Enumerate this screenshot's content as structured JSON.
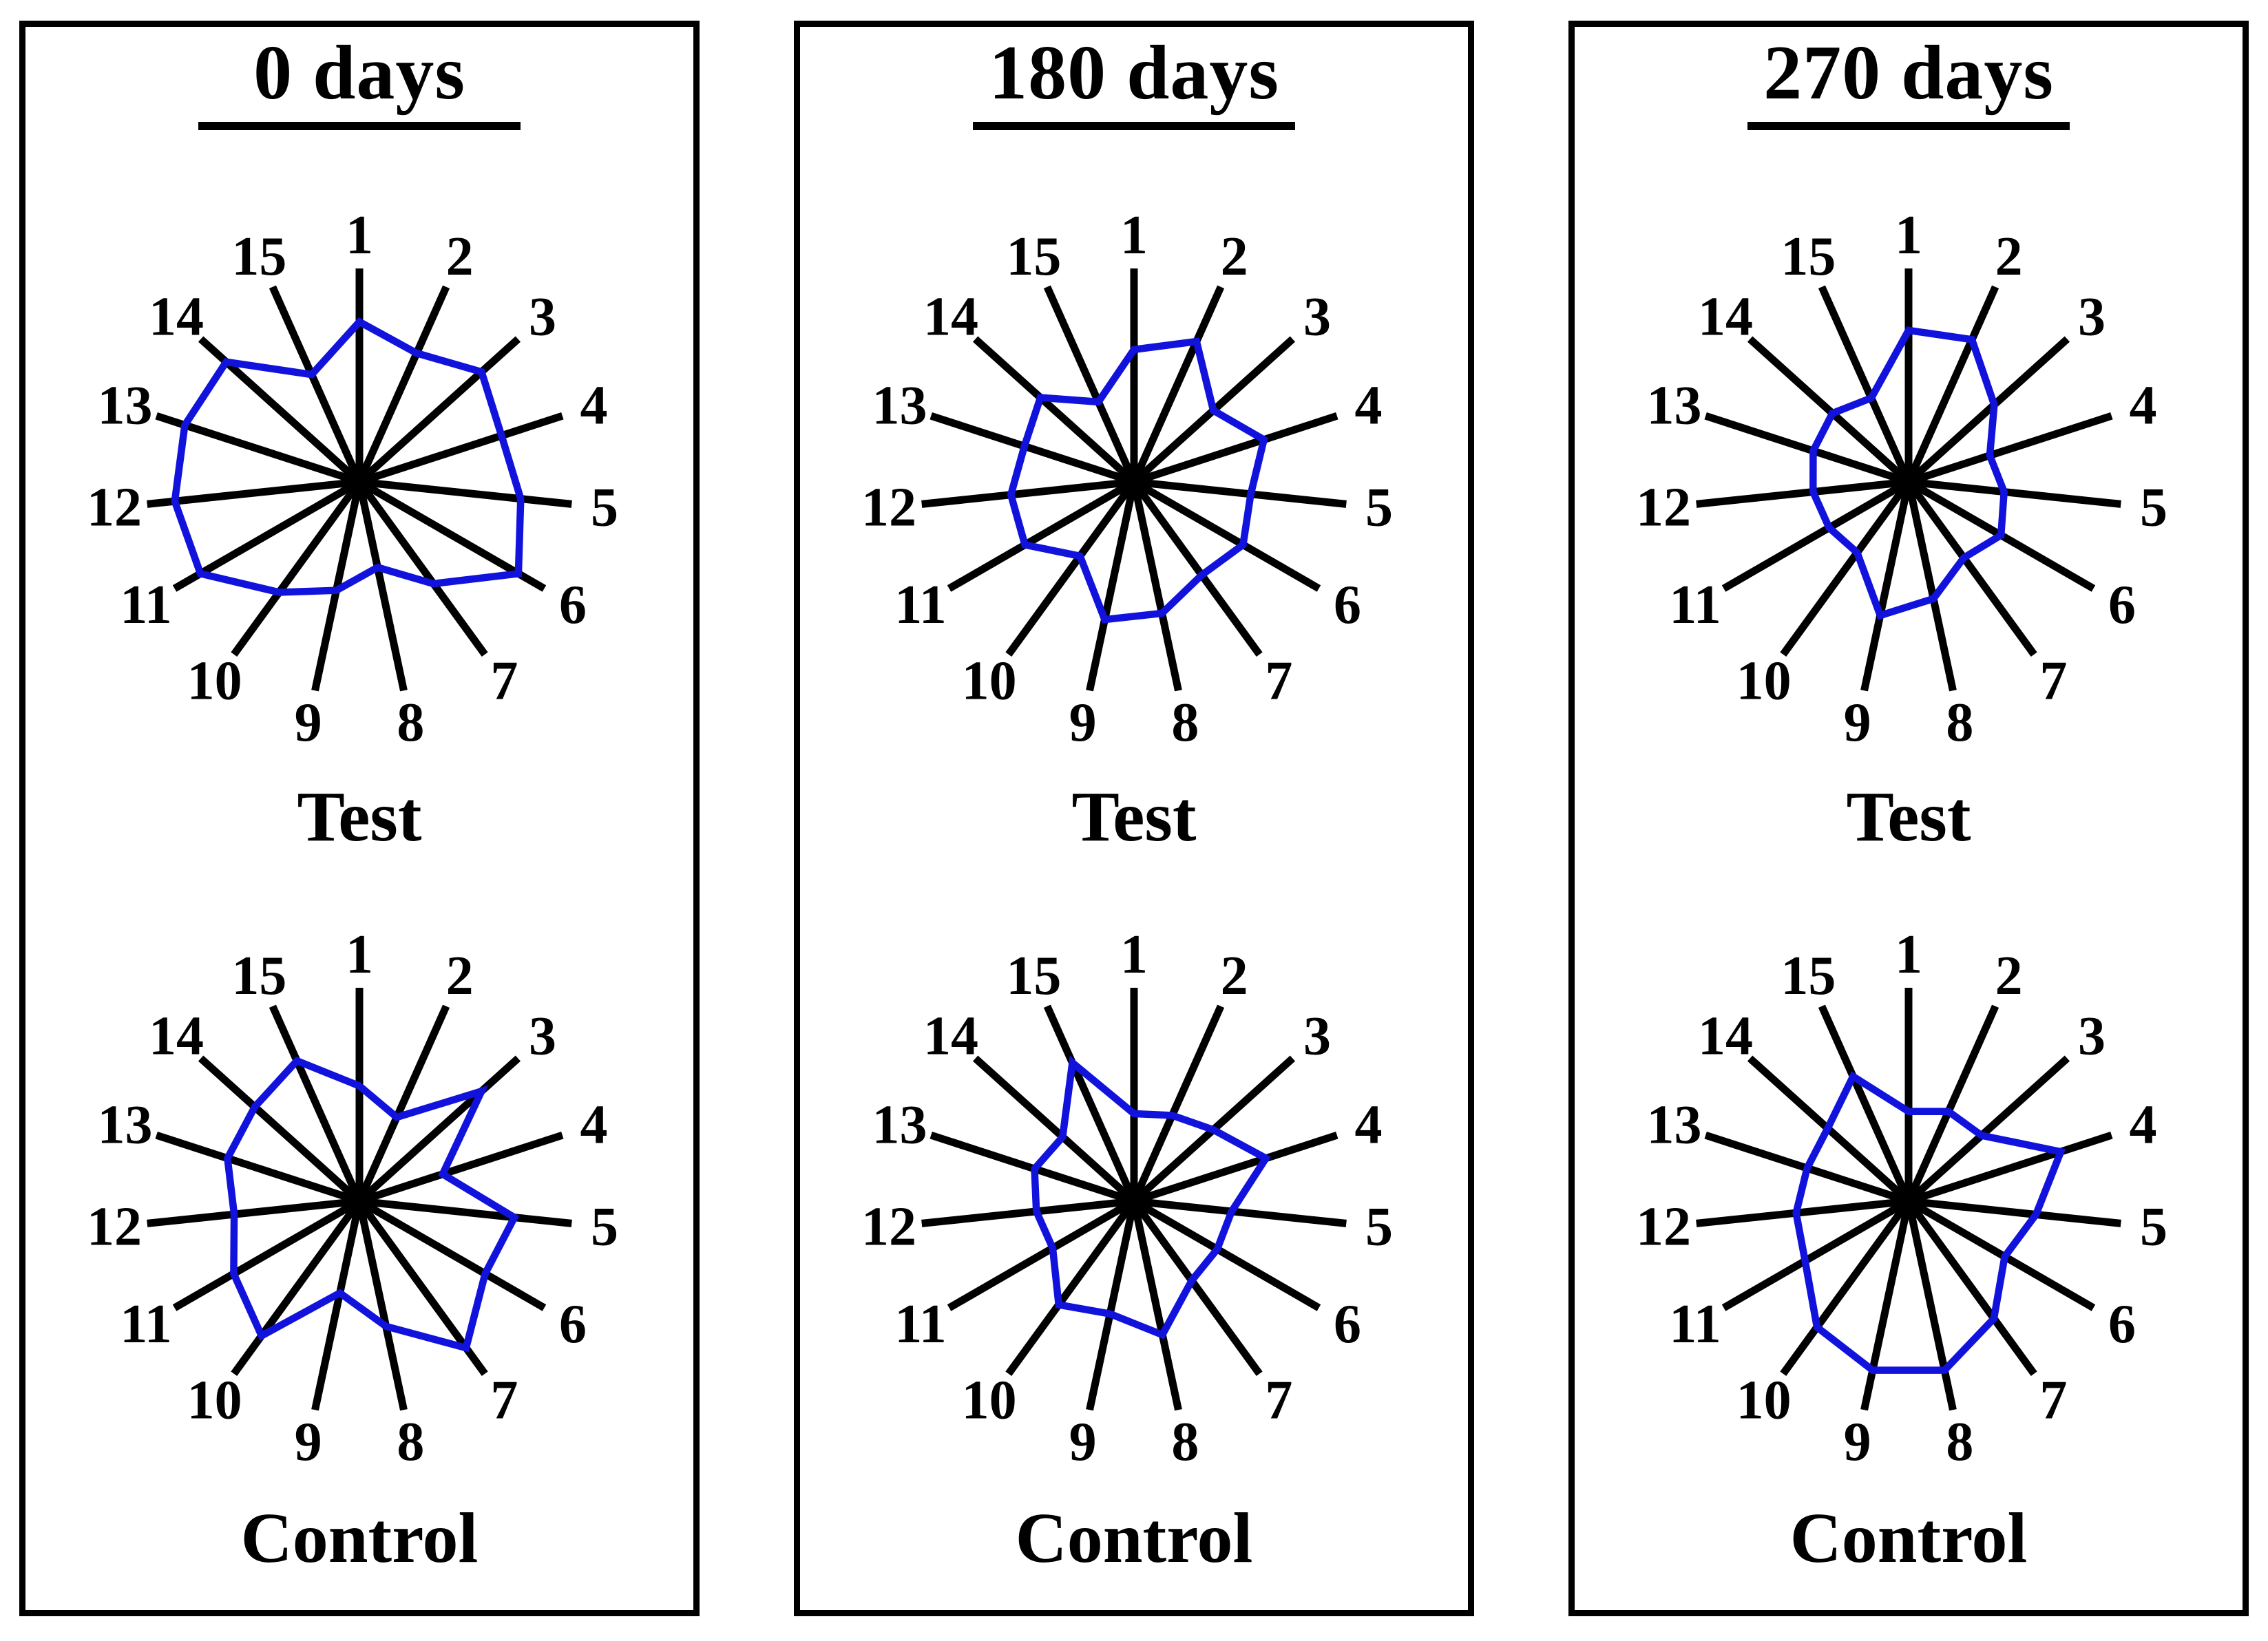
{
  "chart_data": {
    "type": "radar",
    "categories": [
      "1",
      "2",
      "3",
      "4",
      "5",
      "6",
      "7",
      "8",
      "9",
      "10",
      "11",
      "12",
      "13",
      "14",
      "15"
    ],
    "axis": {
      "min": 0,
      "max": 1,
      "note": "values are radial fractions of full spoke length (0 = hub, 1 = spoke tip)",
      "spokes": 15,
      "start_angle_deg": 0,
      "direction": "clockwise",
      "grid": "off",
      "legend": "none"
    },
    "colors": {
      "series_line": "#1212dd",
      "spokes": "#000000",
      "text": "#000000",
      "background": "#ffffff"
    },
    "panels": [
      {
        "title": "0 days",
        "series": [
          {
            "name": "Test",
            "values": [
              0.75,
              0.66,
              0.77,
              0.7,
              0.76,
              0.86,
              0.59,
              0.41,
              0.52,
              0.64,
              0.86,
              0.87,
              0.86,
              0.84,
              0.55
            ]
          },
          {
            "name": "Control",
            "values": [
              0.54,
              0.43,
              0.77,
              0.41,
              0.73,
              0.68,
              0.85,
              0.6,
              0.44,
              0.78,
              0.68,
              0.59,
              0.65,
              0.66,
              0.72
            ]
          }
        ]
      },
      {
        "title": "180 days",
        "series": [
          {
            "name": "Test",
            "values": [
              0.62,
              0.72,
              0.5,
              0.64,
              0.55,
              0.59,
              0.54,
              0.63,
              0.66,
              0.43,
              0.59,
              0.58,
              0.54,
              0.59,
              0.41
            ]
          },
          {
            "name": "Control",
            "values": [
              0.41,
              0.44,
              0.5,
              0.65,
              0.46,
              0.45,
              0.46,
              0.64,
              0.54,
              0.6,
              0.44,
              0.46,
              0.49,
              0.45,
              0.71
            ]
          }
        ]
      },
      {
        "title": "270 days",
        "series": [
          {
            "name": "Test",
            "values": [
              0.71,
              0.73,
              0.54,
              0.4,
              0.45,
              0.5,
              0.44,
              0.56,
              0.64,
              0.41,
              0.43,
              0.45,
              0.47,
              0.48,
              0.43
            ]
          },
          {
            "name": "Control",
            "values": [
              0.42,
              0.46,
              0.46,
              0.75,
              0.6,
              0.52,
              0.68,
              0.81,
              0.81,
              0.73,
              0.56,
              0.53,
              0.5,
              0.51,
              0.64
            ]
          }
        ]
      }
    ]
  }
}
